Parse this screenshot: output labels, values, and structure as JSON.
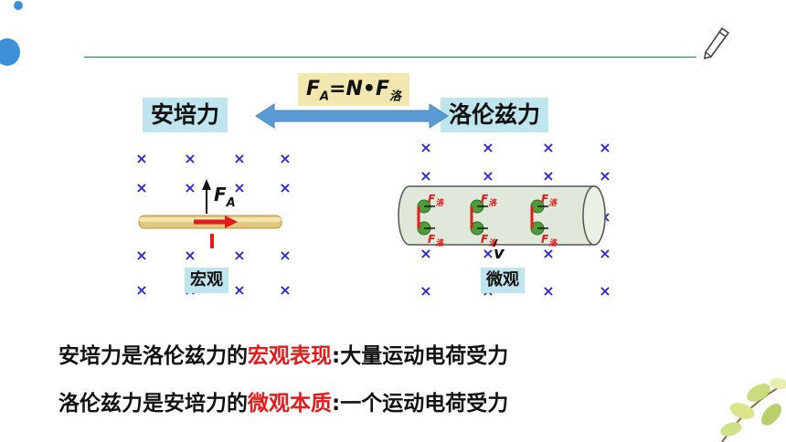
{
  "left_term": "安培力",
  "right_term": "洛伦兹力",
  "formula": {
    "lhs": "F",
    "lhs_sub": "A",
    "eq": "=N•F",
    "rhs_sub": "洛"
  },
  "macro": {
    "force_letter": "F",
    "force_sub": "A",
    "caption": "宏观"
  },
  "micro": {
    "force_letter": "F",
    "force_sub": "洛",
    "velocity": "v",
    "caption": "微观"
  },
  "statement1": {
    "a": "安培力是洛伦兹力的",
    "b": "宏观表现",
    "c": ":大量运动电荷受力"
  },
  "statement2": {
    "a": "洛伦兹力是安培力的",
    "b": "微观本质",
    "c": ":一个运动电荷受力"
  },
  "colors": {
    "accent_blue": "#3d8fd6",
    "label_bg": "#bfe6ef",
    "formula_bg": "#f3e7b0",
    "highlight": "#e21b1b",
    "cross": "#2a2ad0"
  },
  "icons": [
    "pencil-icon",
    "double-arrow-icon",
    "leaf-branch-icon"
  ]
}
